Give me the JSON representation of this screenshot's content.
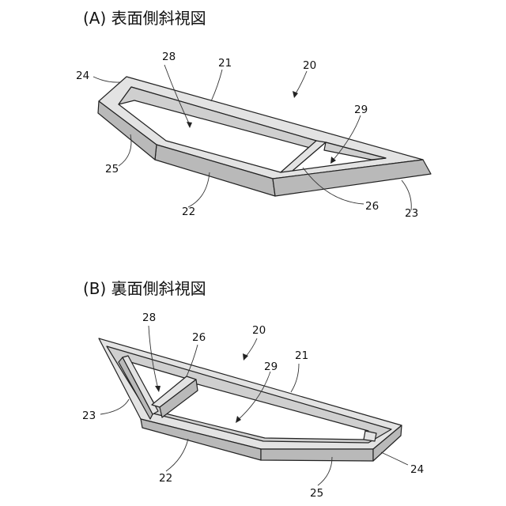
{
  "views": [
    {
      "title": "(A) 表面側斜視図",
      "labels": {
        "n20": "20",
        "n21": "21",
        "n22": "22",
        "n23": "23",
        "n24": "24",
        "n25": "25",
        "n26": "26",
        "n28": "28",
        "n29": "29"
      }
    },
    {
      "title": "(B) 裏面側斜視図",
      "labels": {
        "n20": "20",
        "n21": "21",
        "n22": "22",
        "n23": "23",
        "n24": "24",
        "n25": "25",
        "n26": "26",
        "n28": "28",
        "n29": "29"
      }
    }
  ]
}
